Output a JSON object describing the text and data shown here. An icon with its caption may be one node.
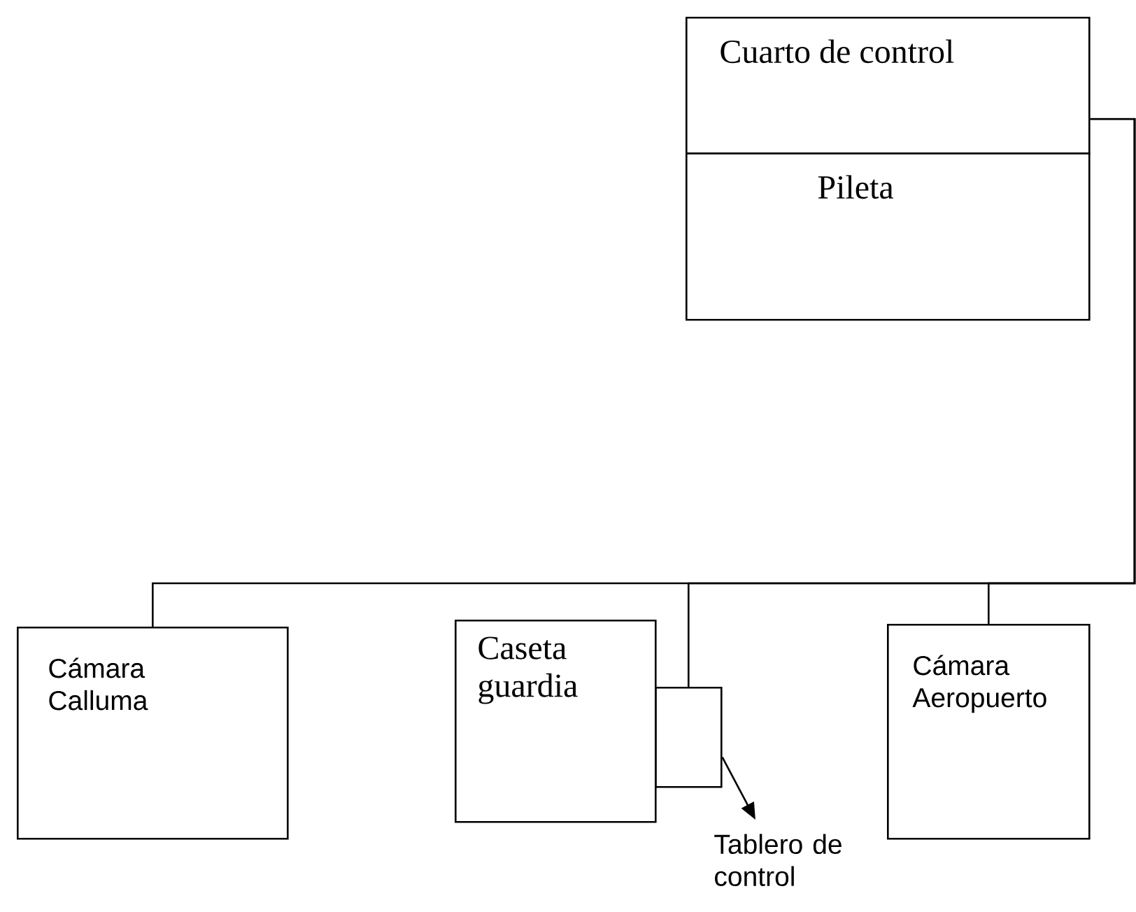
{
  "diagram": {
    "nodes": [
      {
        "text": [
          "Cuarto de control"
        ]
      },
      {
        "text": [
          "Pileta"
        ]
      },
      {
        "text": [
          "Cámara Calluma"
        ]
      },
      {
        "text": [
          "Caseta guardia"
        ]
      },
      {
        "text": [],
        "shape": "box"
      },
      {
        "text": [
          "Cámara Aeropuerto"
        ]
      },
      {
        "text": [
          "Tablero de control"
        ]
      }
    ],
    "edges": [
      {
        "from": 0,
        "to": 2,
        "arrow": "none"
      },
      {
        "from": 0,
        "to": 4,
        "arrow": "none"
      },
      {
        "from": 0,
        "to": 5,
        "arrow": "none"
      },
      {
        "from": 4,
        "to": 6,
        "arrow": "to"
      }
    ]
  }
}
